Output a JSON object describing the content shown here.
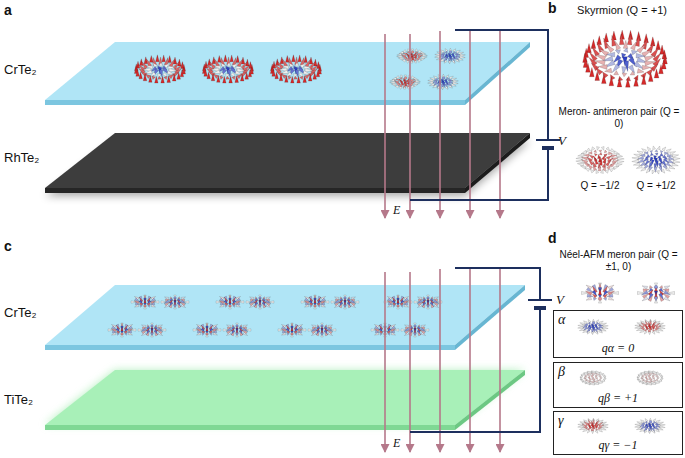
{
  "diagram": {
    "nodes": [
      {
        "text": [
          "α",
          "qα = 0"
        ]
      },
      {
        "text": [
          "β",
          "qβ = +1"
        ]
      },
      {
        "text": [
          "γ",
          "qγ = −1"
        ]
      }
    ],
    "labels": [
      "a",
      "CrTe₂",
      "RhTe₂",
      "E",
      "V",
      "b",
      "Skyrmion (Q = +1)",
      "Meron- antimeron pair (Q = 0)",
      "Q = −1/2",
      "Q = +1/2",
      "c",
      "CrTe₂",
      "TiTe₂",
      "E",
      "V",
      "d",
      "Néel-AFM meron pair (Q = ±1, 0)"
    ]
  }
}
